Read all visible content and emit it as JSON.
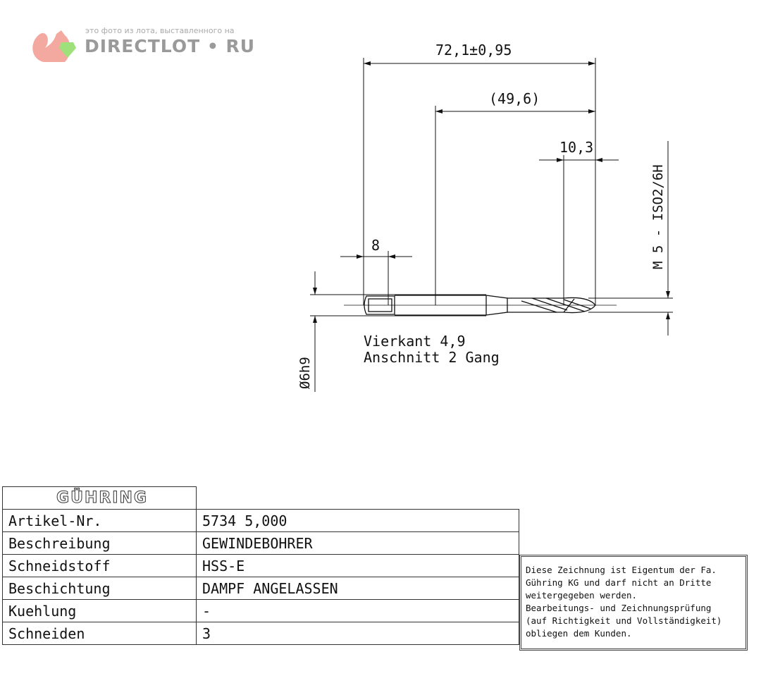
{
  "watermark": {
    "subtitle": "это фото из лота, выставленного на",
    "brand": "DIRECTLOT • RU"
  },
  "drawing": {
    "dim_total": "72,1±0,95",
    "dim_flute": "(49,6)",
    "dim_thread": "10,3",
    "dim_square": "8",
    "thread_spec": "M 5 - ISO2/6H",
    "shank_dia": "Ø6h9",
    "note_line1": "Vierkant 4,9",
    "note_line2": "Anschnitt 2 Gang"
  },
  "table": {
    "logo": "GÜHRING",
    "rows": [
      {
        "label": "Artikel-Nr.",
        "value": "5734 5,000"
      },
      {
        "label": "Beschreibung",
        "value": "GEWINDEBOHRER"
      },
      {
        "label": "Schneidstoff",
        "value": "HSS-E"
      },
      {
        "label": "Beschichtung",
        "value": "DAMPF ANGELASSEN"
      },
      {
        "label": "Kuehlung",
        "value": "-"
      },
      {
        "label": "Schneiden",
        "value": "3"
      }
    ]
  },
  "disclaimer": [
    "Diese Zeichnung ist Eigentum der Fa.",
    "Gühring KG und darf nicht an Dritte",
    "weitergegeben werden.",
    "Bearbeitungs- und Zeichnungsprüfung",
    "(auf Richtigkeit und Vollständigkeit)",
    "obliegen dem Kunden."
  ]
}
